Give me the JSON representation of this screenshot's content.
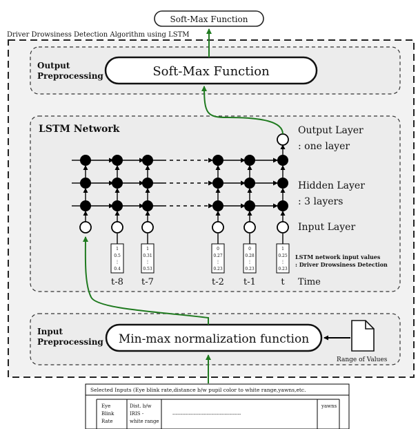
{
  "top_output": "Soft-Max Function",
  "outer_title": "Driver Drowsiness Detection Algorithm using LSTM",
  "output_section": {
    "label_line1": "Output",
    "label_line2": "Preprocessing",
    "box": "Soft-Max Function"
  },
  "lstm_section": {
    "title": "LSTM Network",
    "output_layer_line1": "Output Layer",
    "output_layer_line2": ": one layer",
    "hidden_layer_line1": "Hidden Layer",
    "hidden_layer_line2": ": 3 layers",
    "input_layer": "Input Layer",
    "input_values_line1": "LSTM network input values",
    "input_values_line2": ": Driver Drowsiness Detection",
    "time_label": "Time",
    "time_steps": [
      "t-8",
      "t-7",
      "t-2",
      "t-1",
      "t"
    ],
    "input_vectors": [
      [
        "1",
        "0.5",
        "⋮",
        "0.4"
      ],
      [
        "1",
        "0.31",
        "⋮",
        "0.53"
      ],
      [
        "0",
        "0.27",
        "⋮",
        "0.23"
      ],
      [
        "0",
        "0.28",
        "⋮",
        "0.23"
      ],
      [
        "1",
        "0.25",
        "⋮",
        "0.23"
      ]
    ]
  },
  "input_section": {
    "label_line1": "Input",
    "label_line2": "Preprocessing",
    "box": "Min-max normalization function",
    "range_label": "Range of Values"
  },
  "selected_inputs": {
    "title": "Selected Inputs (Eye blink rate,distance b/w pupil color to white range,yawns,etc.",
    "col1": [
      "Eye",
      "Blink",
      "Rate"
    ],
    "col2": [
      "Dist. b/w",
      "IRIS -",
      "white range"
    ],
    "col3": "------------------------------------------",
    "col4": "yawns"
  },
  "colors": {
    "arrow_green": "#1f7a1f",
    "node_black": "#000000",
    "panel_bg": "#eeeeee"
  }
}
